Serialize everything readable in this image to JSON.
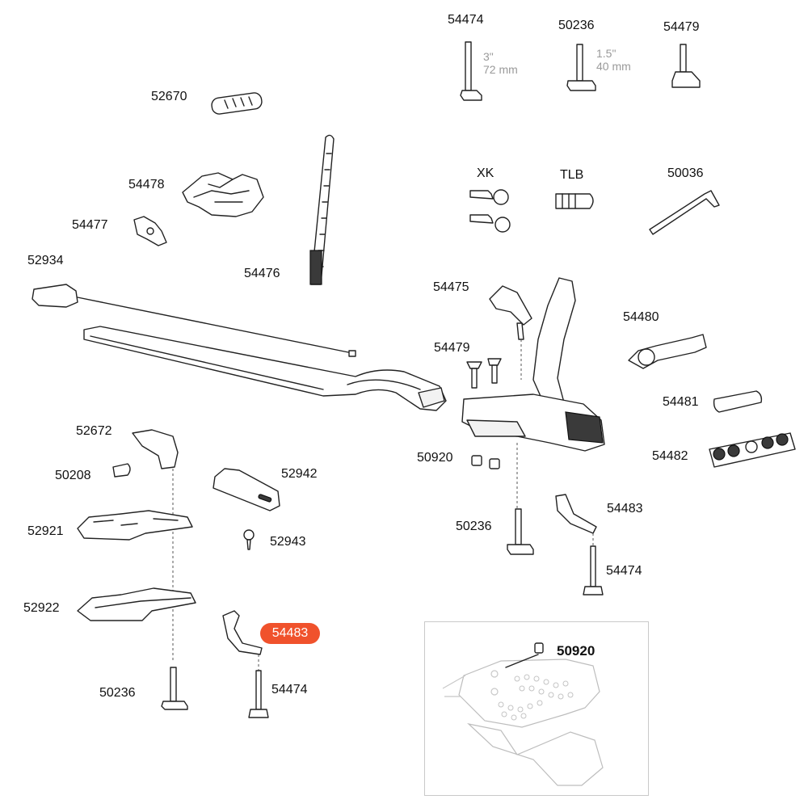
{
  "parts": {
    "p54474_top": "54474",
    "p50236_top": "50236",
    "p54479_top": "54479",
    "p52670": "52670",
    "p54478": "54478",
    "p54477": "54477",
    "p52934": "52934",
    "p54476": "54476",
    "pXK": "XK",
    "pTLB": "TLB",
    "p50036": "50036",
    "p54475": "54475",
    "p54480": "54480",
    "p54479_mid": "54479",
    "p54481": "54481",
    "p54482": "54482",
    "p50920": "50920",
    "p52672": "52672",
    "p50208": "50208",
    "p52942": "52942",
    "p52921": "52921",
    "p52943": "52943",
    "p50236_mid": "50236",
    "p54483_right": "54483",
    "p54474_right": "54474",
    "p52922": "52922",
    "p54483_highlight": "54483",
    "p50236_bottom": "50236",
    "p54474_bottom": "54474",
    "p50920_inset": "50920"
  },
  "dimensions": {
    "bolt_long_inch": "3\"",
    "bolt_long_mm": "72 mm",
    "bolt_short_inch": "1.5\"",
    "bolt_short_mm": "40 mm"
  },
  "colors": {
    "highlight": "#f0522c"
  }
}
